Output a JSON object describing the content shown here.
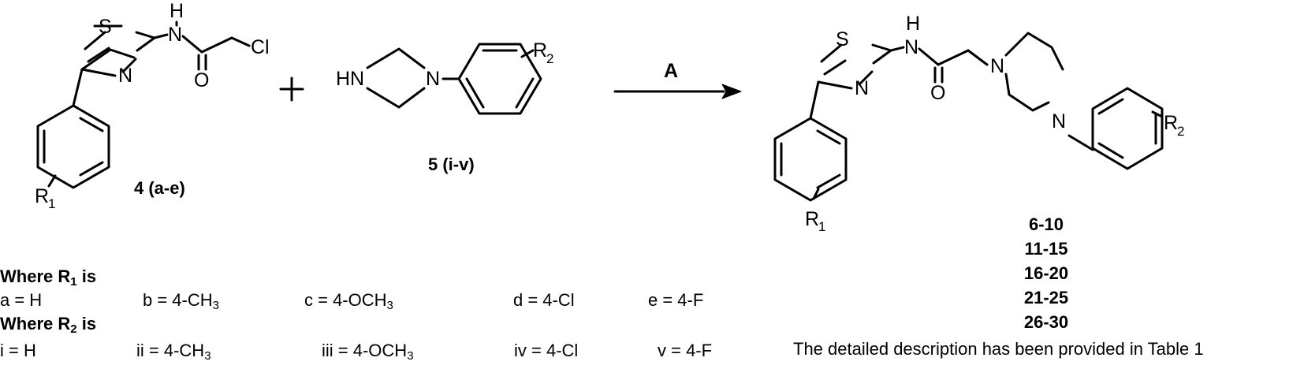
{
  "atoms": {
    "S": "S",
    "N": "N",
    "H": "H",
    "O": "O",
    "Cl": "Cl",
    "HN": "HN",
    "R": "R",
    "one": "1",
    "two": "2"
  },
  "reagent": "A",
  "compounds": {
    "chloroacetamide": "4 (a-e)",
    "piperazine": "5 (i-v)"
  },
  "products": [
    "6-10",
    "11-15",
    "16-20",
    "21-25",
    "26-30"
  ],
  "note": "The detailed description has been provided in Table 1",
  "r1_section": {
    "heading": "Where R",
    "heading_sub": "1",
    "heading_tail": " is",
    "options": [
      {
        "text": "a = H",
        "sub": "",
        "tail": ""
      },
      {
        "text": "b = 4-CH",
        "sub": "3",
        "tail": ""
      },
      {
        "text": "c = 4-OCH",
        "sub": "3",
        "tail": ""
      },
      {
        "text": "d = 4-Cl",
        "sub": "",
        "tail": ""
      },
      {
        "text": "e = 4-F",
        "sub": "",
        "tail": ""
      }
    ]
  },
  "r2_section": {
    "heading": "Where R",
    "heading_sub": "2",
    "heading_tail": " is",
    "options": [
      {
        "text": "i = H",
        "sub": "",
        "tail": ""
      },
      {
        "text": "ii = 4-CH",
        "sub": "3",
        "tail": ""
      },
      {
        "text": "iii = 4-OCH",
        "sub": "3",
        "tail": ""
      },
      {
        "text": "iv = 4-Cl",
        "sub": "",
        "tail": ""
      },
      {
        "text": "v = 4-F",
        "sub": "",
        "tail": ""
      }
    ]
  }
}
